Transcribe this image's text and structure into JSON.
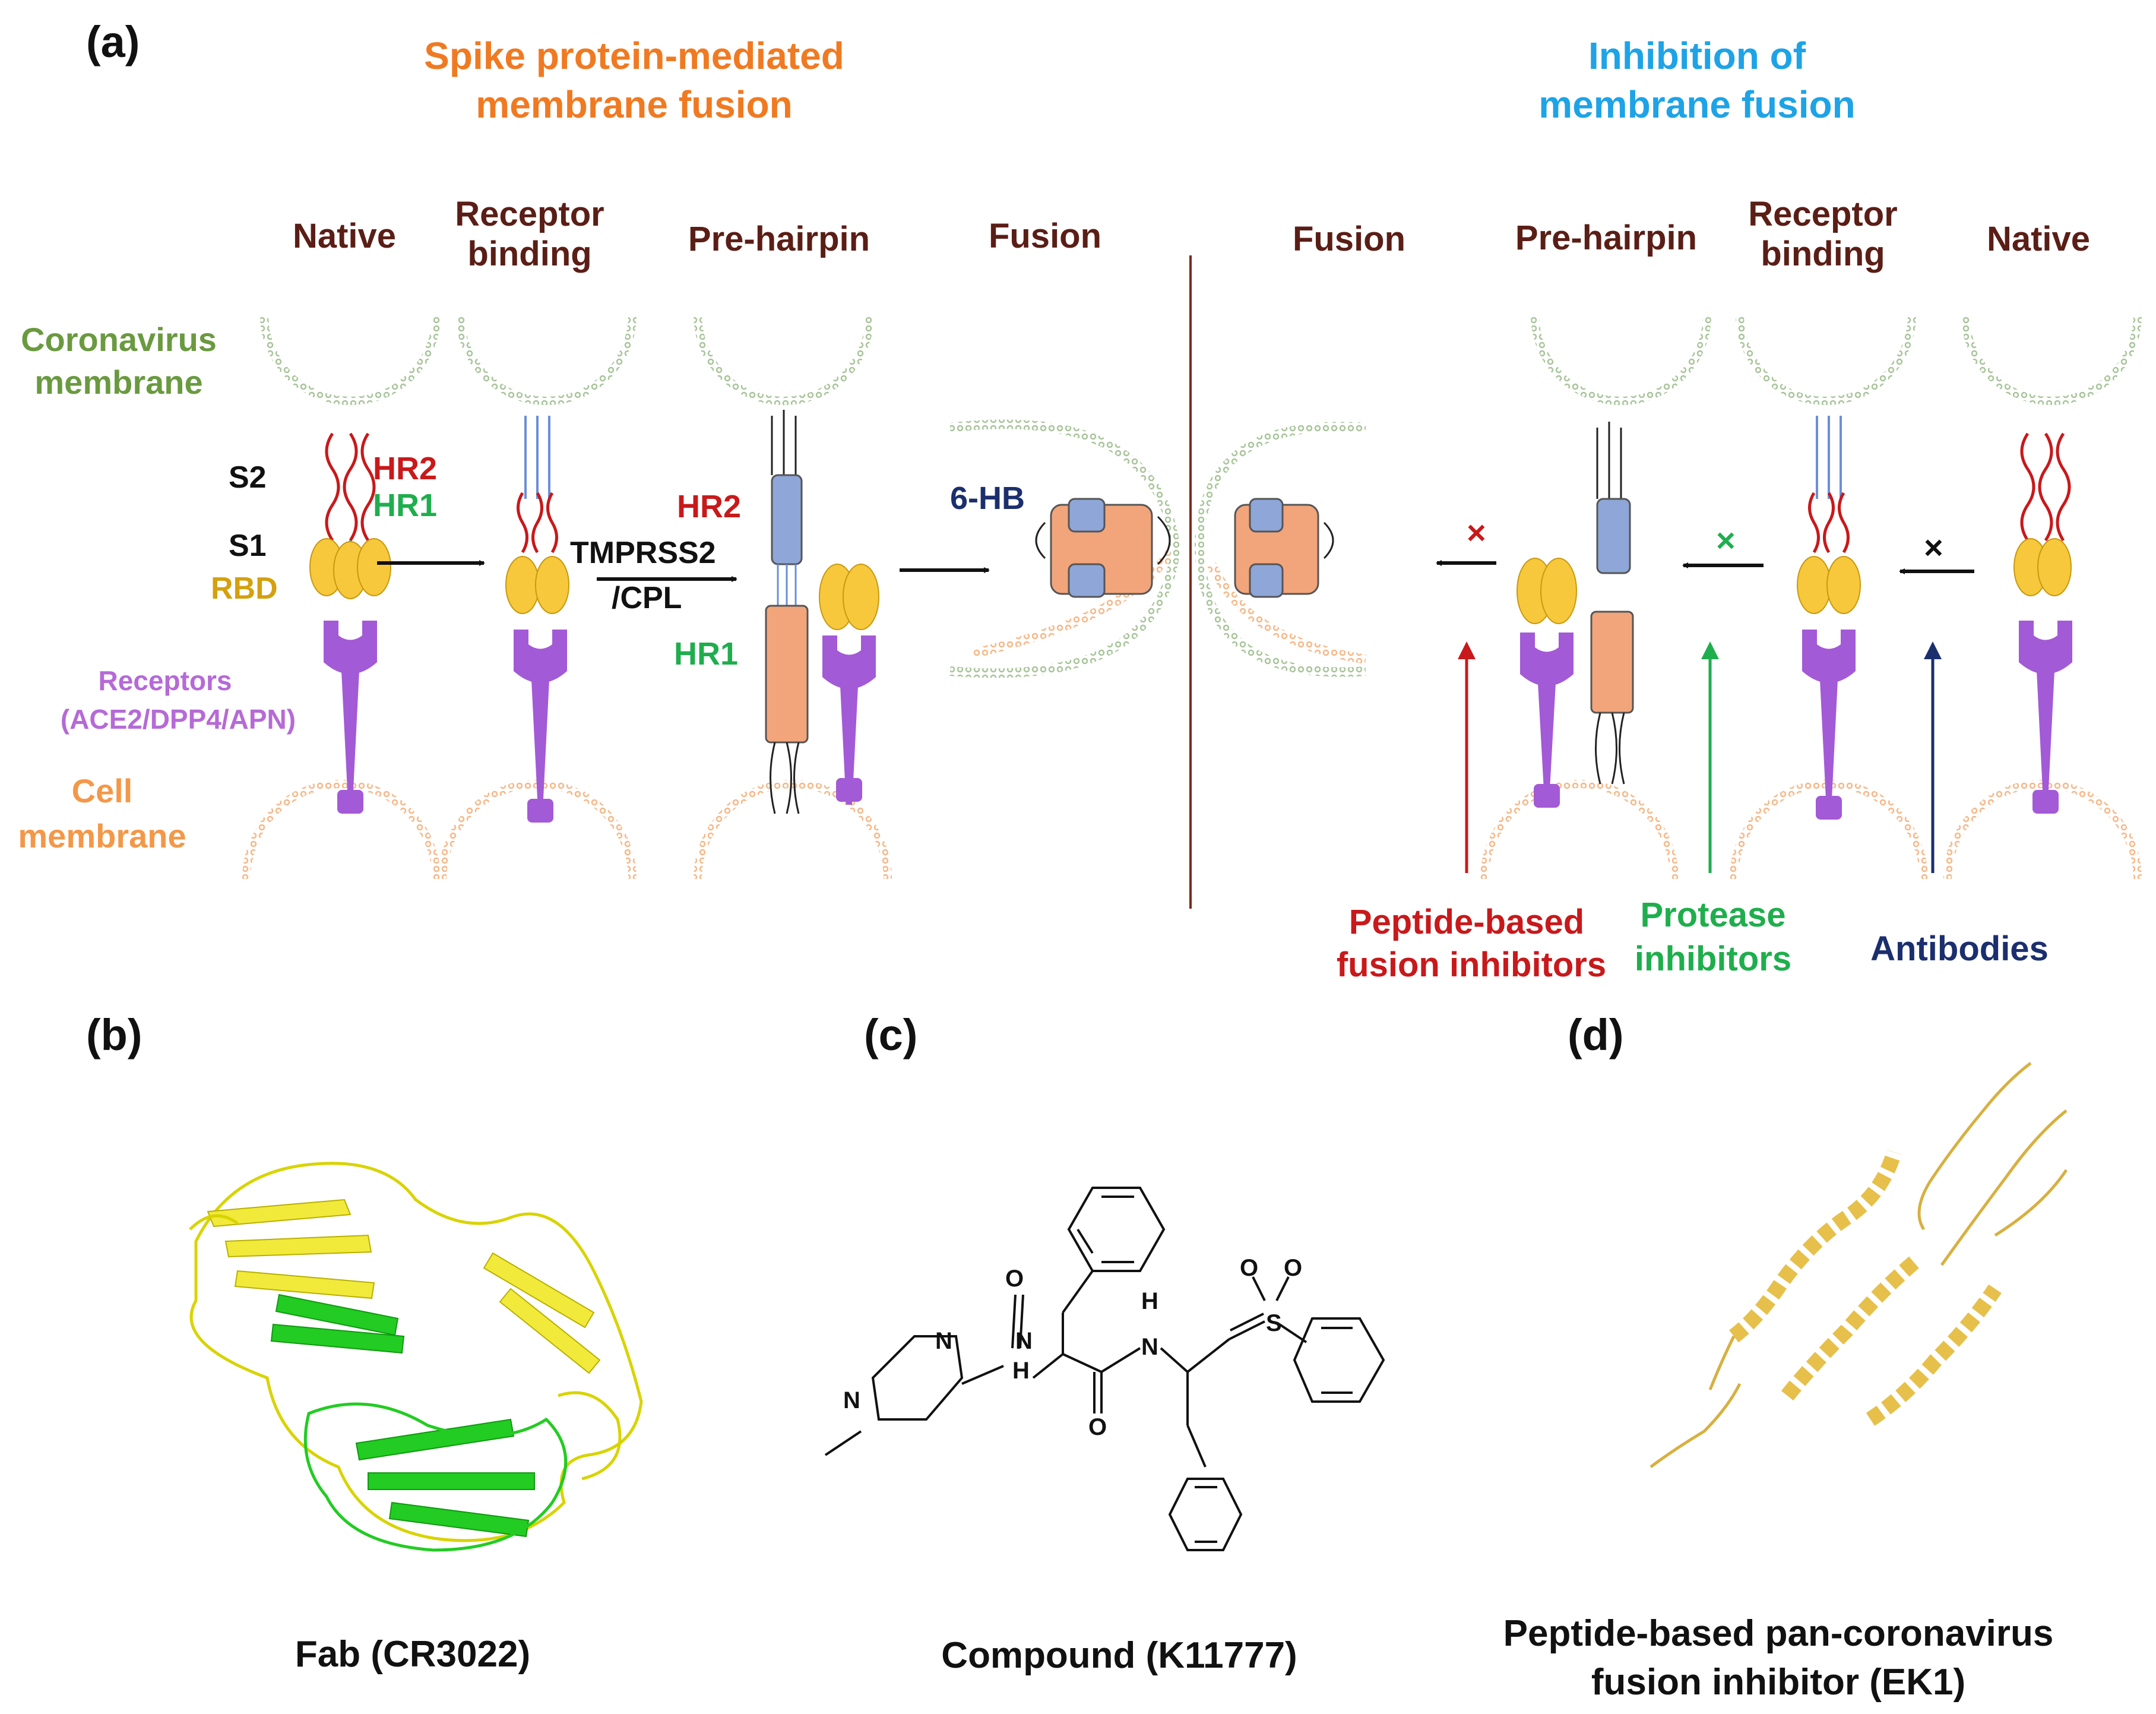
{
  "panel_a": {
    "label": "(a)",
    "left_title": [
      "Spike protein-mediated",
      "membrane fusion"
    ],
    "right_title": [
      "Inhibition of",
      "membrane fusion"
    ],
    "stages_left": [
      "Native",
      "Receptor\nbinding",
      "Pre-hairpin",
      "Fusion"
    ],
    "stages_right": [
      "Fusion",
      "Pre-hairpin",
      "Receptor\nbinding",
      "Native"
    ],
    "labels": {
      "coronavirus_membrane": [
        "Coronavirus",
        "membrane"
      ],
      "s2": "S2",
      "s1": "S1",
      "hr2": "HR2",
      "hr1": "HR1",
      "rbd": "RBD",
      "receptors": [
        "Receptors",
        "(ACE2/DPP4/APN)"
      ],
      "cell_membrane": [
        "Cell",
        "membrane"
      ],
      "tmprss2": "TMPRSS2",
      "cpl": "/CPL",
      "hr2_prehairpin": "HR2",
      "hr1_prehairpin": "HR1",
      "six_hb": "6-HB"
    },
    "blocked_symbol": "×",
    "inhibitors": {
      "peptide": [
        "Peptide-based",
        "fusion inhibitors"
      ],
      "protease": [
        "Protease",
        "inhibitors"
      ],
      "antibodies": "Antibodies"
    }
  },
  "panel_b": {
    "label": "(b)",
    "caption": "Fab (CR3022)"
  },
  "panel_c": {
    "label": "(c)",
    "caption": "Compound (K11777)",
    "atoms": {
      "n": "N",
      "o": "O",
      "h": "H",
      "s": "S"
    }
  },
  "panel_d": {
    "label": "(d)",
    "caption": [
      "Peptide-based pan-coronavirus",
      "fusion inhibitor (EK1)"
    ]
  },
  "colors": {
    "virus_membrane": "#a8c49a",
    "cell_membrane": "#f6b787",
    "receptor": "#a35ad6",
    "rbd": "#f7c83b",
    "hr2_coil": "#c8191b",
    "hr1_coil": "#1fae4d",
    "helix_blue": "#8ea6d8",
    "helix_orange": "#f2a57a",
    "divider": "#7a2a20",
    "fab_green": "#22cc22",
    "fab_yellow": "#f2ea3a",
    "ek1_gold": "#e6c04a"
  }
}
